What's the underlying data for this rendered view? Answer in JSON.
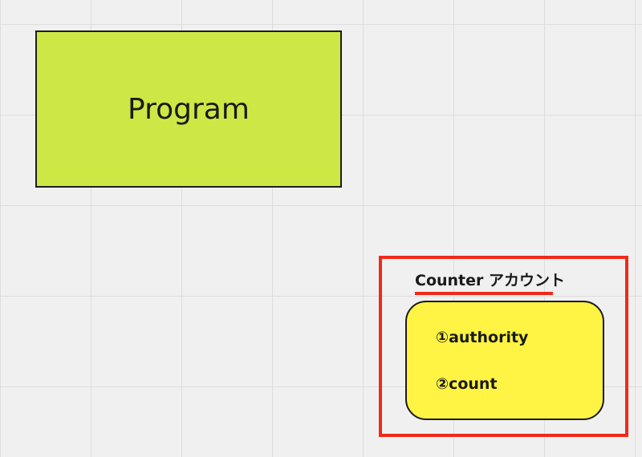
{
  "program": {
    "label": "Program"
  },
  "account": {
    "title": "Counter アカウント",
    "fields": [
      "①authority",
      "②count"
    ]
  },
  "colors": {
    "canvas": "#f0f0f0",
    "grid": "#dddddd",
    "program_fill": "#cde844",
    "account_fill": "#fff443",
    "highlight": "#ee2a1b",
    "stroke": "#1c1c1c"
  }
}
